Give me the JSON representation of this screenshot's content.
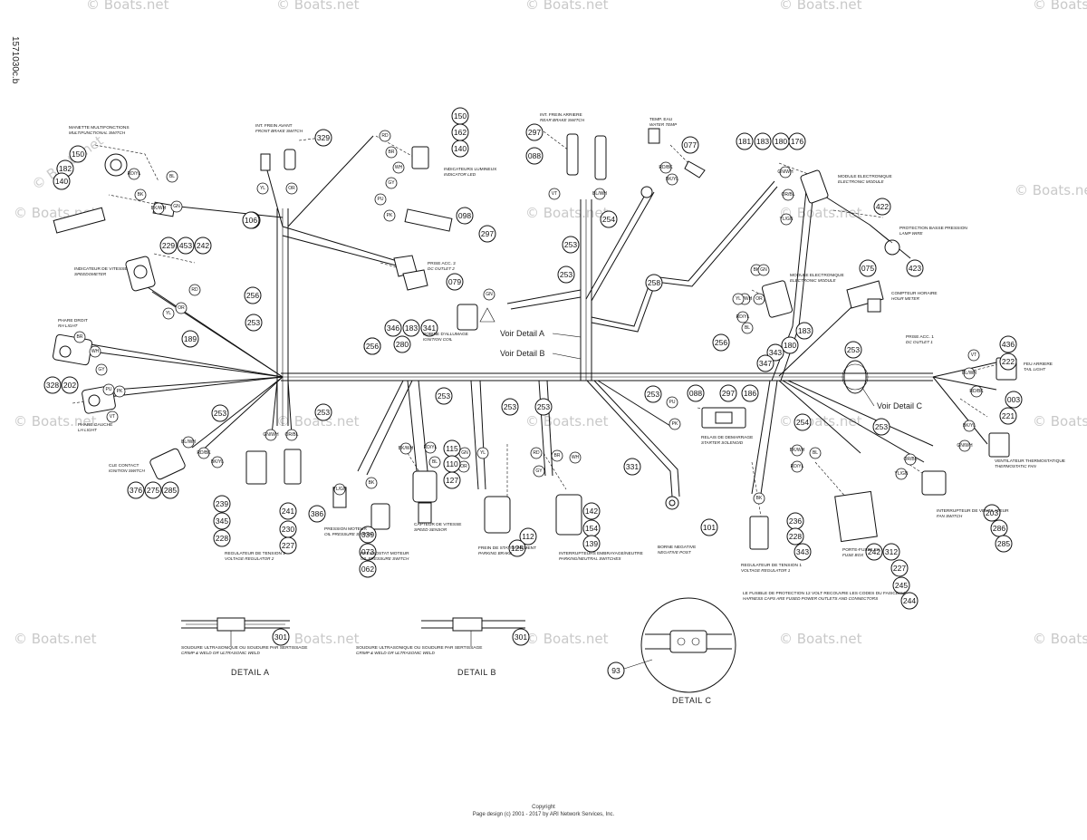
{
  "document": {
    "side_code": "1571030c.b",
    "copyright_line1": "Copyright",
    "copyright_line2": "Page design (c) 2001 - 2017 by ARI Network Services, Inc."
  },
  "watermark": {
    "text": "© Boats.net"
  },
  "harness_labels": [
    {
      "id": "h256a",
      "text": "256"
    },
    {
      "id": "h253a",
      "text": "253"
    },
    {
      "id": "h189",
      "text": "189"
    },
    {
      "id": "h253b",
      "text": "253"
    },
    {
      "id": "h253c",
      "text": "253"
    },
    {
      "id": "h256b",
      "text": "256"
    },
    {
      "id": "h189b",
      "text": "189"
    },
    {
      "id": "h256c",
      "text": "256"
    },
    {
      "id": "h253d",
      "text": "253"
    },
    {
      "id": "h254a",
      "text": "254"
    },
    {
      "id": "h253e",
      "text": "253"
    },
    {
      "id": "h258",
      "text": "258"
    },
    {
      "id": "h256d",
      "text": "256"
    },
    {
      "id": "h253f",
      "text": "253"
    },
    {
      "id": "h253g",
      "text": "253"
    },
    {
      "id": "h331",
      "text": "331"
    },
    {
      "id": "h253h",
      "text": "253"
    },
    {
      "id": "h254b",
      "text": "254"
    },
    {
      "id": "h253i",
      "text": "253"
    },
    {
      "id": "h253j",
      "text": "253"
    },
    {
      "id": "h253k",
      "text": "253"
    }
  ],
  "callouts": [
    {
      "id": "c150a",
      "text": "150"
    },
    {
      "id": "c182",
      "text": "182"
    },
    {
      "id": "c140a",
      "text": "140"
    },
    {
      "id": "c329",
      "text": "329"
    },
    {
      "id": "c150b",
      "text": "150"
    },
    {
      "id": "c162",
      "text": "162"
    },
    {
      "id": "c140b",
      "text": "140"
    },
    {
      "id": "c297a",
      "text": "297"
    },
    {
      "id": "c088a",
      "text": "088"
    },
    {
      "id": "c077",
      "text": "077"
    },
    {
      "id": "c181",
      "text": "181"
    },
    {
      "id": "c183",
      "text": "183"
    },
    {
      "id": "c180a",
      "text": "180"
    },
    {
      "id": "c176",
      "text": "176"
    },
    {
      "id": "c422",
      "text": "422"
    },
    {
      "id": "c423",
      "text": "423"
    },
    {
      "id": "c106",
      "text": "106"
    },
    {
      "id": "c098",
      "text": "098"
    },
    {
      "id": "c297b",
      "text": "297"
    },
    {
      "id": "c229",
      "text": "229"
    },
    {
      "id": "c453",
      "text": "453"
    },
    {
      "id": "c242a",
      "text": "242"
    },
    {
      "id": "c079",
      "text": "079"
    },
    {
      "id": "c346",
      "text": "346"
    },
    {
      "id": "c183b",
      "text": "183"
    },
    {
      "id": "c341",
      "text": "341"
    },
    {
      "id": "c280",
      "text": "280"
    },
    {
      "id": "c075",
      "text": "075"
    },
    {
      "id": "c183c",
      "text": "183"
    },
    {
      "id": "c180b",
      "text": "180"
    },
    {
      "id": "c343a",
      "text": "343"
    },
    {
      "id": "c347",
      "text": "347"
    },
    {
      "id": "c436",
      "text": "436"
    },
    {
      "id": "c222",
      "text": "222"
    },
    {
      "id": "c328",
      "text": "328"
    },
    {
      "id": "c202",
      "text": "202"
    },
    {
      "id": "c115",
      "text": "115"
    },
    {
      "id": "c110",
      "text": "110"
    },
    {
      "id": "c127",
      "text": "127"
    },
    {
      "id": "c088b",
      "text": "088"
    },
    {
      "id": "c297c",
      "text": "297"
    },
    {
      "id": "c186",
      "text": "186"
    },
    {
      "id": "c003",
      "text": "003"
    },
    {
      "id": "c221",
      "text": "221"
    },
    {
      "id": "c376",
      "text": "376"
    },
    {
      "id": "c275",
      "text": "275"
    },
    {
      "id": "c285a",
      "text": "285"
    },
    {
      "id": "c239",
      "text": "239"
    },
    {
      "id": "c345",
      "text": "345"
    },
    {
      "id": "c228a",
      "text": "228"
    },
    {
      "id": "c241",
      "text": "241"
    },
    {
      "id": "c230",
      "text": "230"
    },
    {
      "id": "c227a",
      "text": "227"
    },
    {
      "id": "c386",
      "text": "386"
    },
    {
      "id": "c339",
      "text": "339"
    },
    {
      "id": "c073",
      "text": "073"
    },
    {
      "id": "c062",
      "text": "062"
    },
    {
      "id": "c112",
      "text": "112"
    },
    {
      "id": "c125",
      "text": "125"
    },
    {
      "id": "c142",
      "text": "142"
    },
    {
      "id": "c154",
      "text": "154"
    },
    {
      "id": "c139",
      "text": "139"
    },
    {
      "id": "c101",
      "text": "101"
    },
    {
      "id": "c236",
      "text": "236"
    },
    {
      "id": "c228b",
      "text": "228"
    },
    {
      "id": "c343b",
      "text": "343"
    },
    {
      "id": "c242b",
      "text": "242"
    },
    {
      "id": "c312",
      "text": "312"
    },
    {
      "id": "c227b",
      "text": "227"
    },
    {
      "id": "c245",
      "text": "245"
    },
    {
      "id": "c244",
      "text": "244"
    },
    {
      "id": "c203",
      "text": "203"
    },
    {
      "id": "c286",
      "text": "286"
    },
    {
      "id": "c285b",
      "text": "285"
    },
    {
      "id": "c301a",
      "text": "301"
    },
    {
      "id": "c301b",
      "text": "301"
    },
    {
      "id": "c93",
      "text": "93"
    }
  ],
  "component_labels": [
    {
      "id": "l_multi",
      "line1": "MANETTE MULTIFONCTIONS",
      "line2": "MULTIFUNCTIONAL SWITCH"
    },
    {
      "id": "l_frein_av",
      "line1": "INT. FREIN AVANT",
      "line2": "FRONT BRAKE SWITCH"
    },
    {
      "id": "l_indic",
      "line1": "INDICATEURS LUMINEUX",
      "line2": "INDICATOR LED"
    },
    {
      "id": "l_frein_ar",
      "line1": "INT. FREIN ARRIERE",
      "line2": "REAR BRAKE SWITCH"
    },
    {
      "id": "l_temp",
      "line1": "TEMP. EAU",
      "line2": "WATER TEMP"
    },
    {
      "id": "l_module1",
      "line1": "MODULE ELECTRONIQUE",
      "line2": "ELECTRONIC MODULE"
    },
    {
      "id": "l_protec",
      "line1": "PROTECTION BASSE PRESSION",
      "line2": "LAMP WIRE"
    },
    {
      "id": "l_speedo",
      "line1": "INDICATEUR DE VITESSE",
      "line2": "SPEEDOMETER"
    },
    {
      "id": "l_prise2",
      "line1": "PRISE ACC. 2",
      "line2": "DC OUTLET 2"
    },
    {
      "id": "l_module2",
      "line1": "MODULE ELECTRONIQUE",
      "line2": "ELECTRONIC MODULE"
    },
    {
      "id": "l_compteur",
      "line1": "COMPTEUR HORAIRE",
      "line2": "HOUR METER"
    },
    {
      "id": "l_phare_d",
      "line1": "PHARE DROIT",
      "line2": "RH LIGHT"
    },
    {
      "id": "l_bobine",
      "line1": "BOBINE D'ALLUMAGE",
      "line2": "IGNITION COIL"
    },
    {
      "id": "l_prise1",
      "line1": "PRISE ACC. 1",
      "line2": "DC OUTLET 1"
    },
    {
      "id": "l_feu_ar",
      "line1": "FEU ARRIERE",
      "line2": "TAIL LIGHT"
    },
    {
      "id": "l_phare_g",
      "line1": "PHARE GAUCHE",
      "line2": "LH LIGHT"
    },
    {
      "id": "l_relais",
      "line1": "RELAIS DE DEMARRAGE",
      "line2": "STARTER SOLENOID"
    },
    {
      "id": "l_vent_thermo",
      "line1": "VENTILATEUR THERMOSTATIQUE",
      "line2": "THERMOSTATIC FAN"
    },
    {
      "id": "l_cle",
      "line1": "CLE CONTACT",
      "line2": "IGNITION SWITCH"
    },
    {
      "id": "l_pression",
      "line1": "PRESSION MOTEUR",
      "line2": "OIL PRESSURE SWITCH"
    },
    {
      "id": "l_capteur",
      "line1": "CAPTEUR DE VITESSE",
      "line2": "SPEED SENSOR"
    },
    {
      "id": "l_interrupt",
      "line1": "INTERRUPTEURS EMBRAYAGE/NEUTRE",
      "line2": "PARKING/NEUTRAL SWITCHES"
    },
    {
      "id": "l_vent_int",
      "line1": "INTERRUPTEUR DE VENTILATEUR",
      "line2": "FAN SWITCH"
    },
    {
      "id": "l_regul2",
      "line1": "REGULATEUR DE TENSION 2",
      "line2": "VOLTAGE REGULATOR 2"
    },
    {
      "id": "l_pressostat",
      "line1": "PRESSOSTAT MOTEUR",
      "line2": "OIL PRESSURE SWITCH"
    },
    {
      "id": "l_frein_park",
      "line1": "FREIN DE STATIONNEMENT",
      "line2": "PARKING BRAKE"
    },
    {
      "id": "l_borne",
      "line1": "BORNE NEGATIVE",
      "line2": "NEGATIVE POST"
    },
    {
      "id": "l_regul1",
      "line1": "REGULATEUR DE TENSION 1",
      "line2": "VOLTAGE REGULATOR 1"
    },
    {
      "id": "l_porte",
      "line1": "PORTE-FUSIBLES",
      "line2": "FUSE BOX"
    },
    {
      "id": "l_note_c",
      "line1": "LE FUSIBLE DE PROTECTION 12 VOLT RECOUVRE LES CODES DU FAISCEAU",
      "line2": "HARNESS CAPS ARE FUSED POWER OUTLETS AND CONNECTORS"
    },
    {
      "id": "l_det_a",
      "line1": "SOUDURE ULTRASONIQUE OU SOUDURE PAR SERTISSAGE",
      "line2": "CRIMP & WELD OR ULTRASONIC WELD"
    },
    {
      "id": "l_det_b",
      "line1": "SOUDURE ULTRASONIQUE OU SOUDURE PAR SERTISSAGE",
      "line2": "CRIMP & WELD OR ULTRASONIC WELD"
    }
  ],
  "voir_labels": [
    {
      "id": "v_a",
      "text": "Voir Detail A"
    },
    {
      "id": "v_b",
      "text": "Voir Detail B"
    },
    {
      "id": "v_c",
      "text": "Voir Detail C"
    }
  ],
  "details": {
    "a_title": "DETAIL A",
    "b_title": "DETAIL B",
    "c_title": "DETAIL C"
  },
  "wire_tags": [
    "BK",
    "BK/WH",
    "RD/YL",
    "BL",
    "GN",
    "YL",
    "OR",
    "RD",
    "BR",
    "WH",
    "GY",
    "PU",
    "PK",
    "VT",
    "BL/WH",
    "RD/BK",
    "BK/YL",
    "GN/WH",
    "OR/BL",
    "YL/GN"
  ]
}
